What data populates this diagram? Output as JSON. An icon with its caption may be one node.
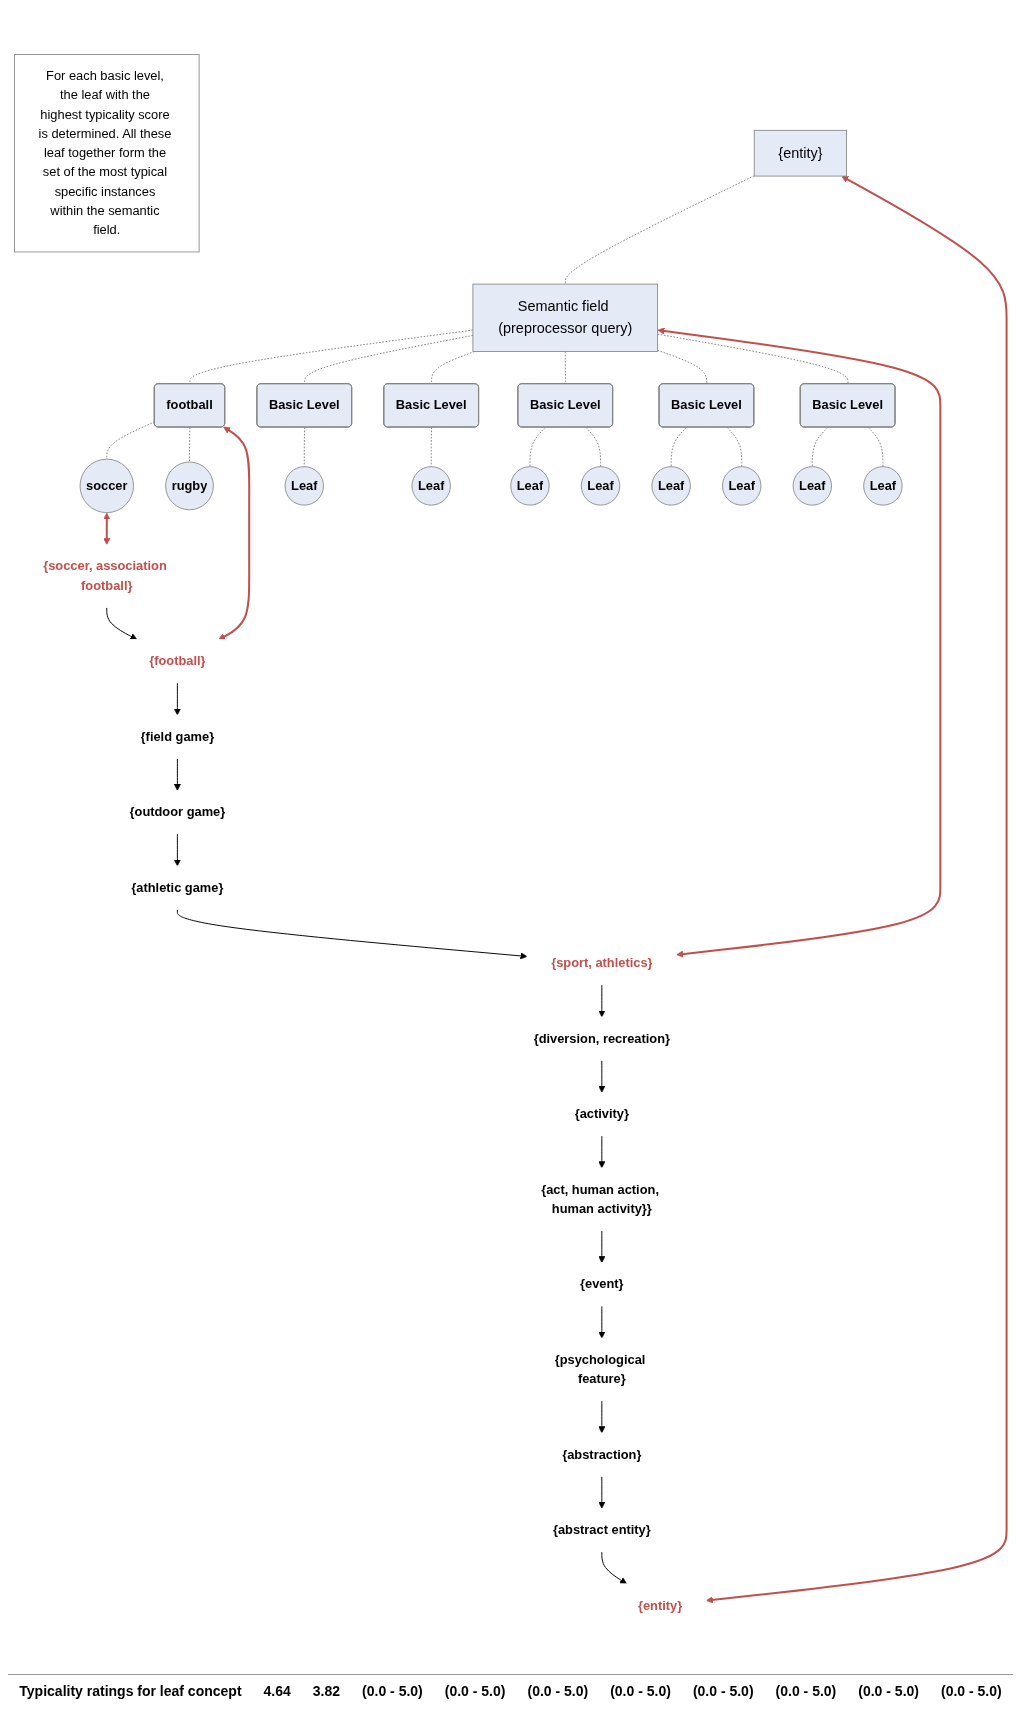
{
  "diagram": {
    "nodes": [
      {
        "text": [
          "{entity}"
        ]
      },
      {
        "text": [
          "Semantic field (preprocessor query)"
        ]
      },
      {
        "text": [
          "football"
        ]
      },
      {
        "text": [
          "Basic Level"
        ]
      },
      {
        "text": [
          "Basic Level"
        ]
      },
      {
        "text": [
          "Basic Level"
        ]
      },
      {
        "text": [
          "Basic Level"
        ]
      },
      {
        "text": [
          "Basic Level"
        ]
      },
      {
        "text": [
          "soccer"
        ]
      },
      {
        "text": [
          "rugby"
        ]
      },
      {
        "text": [
          "Leaf"
        ]
      },
      {
        "text": [
          "Leaf"
        ]
      },
      {
        "text": [
          "Leaf"
        ]
      },
      {
        "text": [
          "Leaf"
        ]
      },
      {
        "text": [
          "Leaf"
        ]
      },
      {
        "text": [
          "Leaf"
        ]
      },
      {
        "text": [
          "Leaf"
        ]
      },
      {
        "text": [
          "Leaf"
        ]
      },
      {
        "text": [
          "{entity}"
        ]
      },
      {
        "text": [
          "{abstract entity}"
        ]
      },
      {
        "text": [
          "{abstraction}"
        ]
      },
      {
        "text": [
          "{psychological feature}"
        ]
      },
      {
        "text": [
          "{event}"
        ]
      },
      {
        "text": [
          "{act, human action, human activity}}"
        ]
      },
      {
        "text": [
          "{activity}"
        ]
      },
      {
        "text": [
          "{diversion, recreation}"
        ]
      },
      {
        "text": [
          "{sport, athletics}"
        ]
      },
      {
        "text": [
          "{athletic game}"
        ]
      },
      {
        "text": [
          "{outdoor game}"
        ]
      },
      {
        "text": [
          "{field game}"
        ]
      },
      {
        "text": [
          "{football}"
        ]
      },
      {
        "text": [
          "{soccer, association football}"
        ]
      },
      {
        "text": [
          "For each basic level, the leaf with the highest typicality score is determined. All these leaf together form the set of the most typical specific instances within the semantic field."
        ]
      }
    ],
    "edges": [
      {
        "from": 0,
        "to": 1,
        "arrow": "none",
        "style": "dashed"
      },
      {
        "from": 1,
        "to": 2,
        "arrow": "none",
        "style": "dashed"
      },
      {
        "from": 1,
        "to": 3,
        "arrow": "none",
        "style": "dashed"
      },
      {
        "from": 1,
        "to": 4,
        "arrow": "none",
        "style": "dashed"
      },
      {
        "from": 1,
        "to": 5,
        "arrow": "none",
        "style": "dashed"
      },
      {
        "from": 1,
        "to": 6,
        "arrow": "none",
        "style": "dashed"
      },
      {
        "from": 1,
        "to": 7,
        "arrow": "none",
        "style": "dashed"
      },
      {
        "from": 2,
        "to": 8,
        "arrow": "none",
        "style": "dashed"
      },
      {
        "from": 2,
        "to": 9,
        "arrow": "none",
        "style": "dashed"
      },
      {
        "from": 3,
        "to": 10,
        "arrow": "none",
        "style": "dashed"
      },
      {
        "from": 4,
        "to": 11,
        "arrow": "none",
        "style": "dashed"
      },
      {
        "from": 5,
        "to": 12,
        "arrow": "none",
        "style": "dashed"
      },
      {
        "from": 5,
        "to": 13,
        "arrow": "none",
        "style": "dashed"
      },
      {
        "from": 6,
        "to": 14,
        "arrow": "none",
        "style": "dashed"
      },
      {
        "from": 6,
        "to": 15,
        "arrow": "none",
        "style": "dashed"
      },
      {
        "from": 7,
        "to": 16,
        "arrow": "none",
        "style": "dashed"
      },
      {
        "from": 7,
        "to": 17,
        "arrow": "none",
        "style": "dashed"
      },
      {
        "from": 19,
        "to": 18,
        "arrow": "to",
        "color": "#000000"
      },
      {
        "from": 20,
        "to": 19,
        "arrow": "to",
        "color": "#000000"
      },
      {
        "from": 21,
        "to": 20,
        "arrow": "to",
        "color": "#000000"
      },
      {
        "from": 22,
        "to": 21,
        "arrow": "to",
        "color": "#000000"
      },
      {
        "from": 23,
        "to": 22,
        "arrow": "to",
        "color": "#000000"
      },
      {
        "from": 24,
        "to": 23,
        "arrow": "to",
        "color": "#000000"
      },
      {
        "from": 25,
        "to": 24,
        "arrow": "to",
        "color": "#000000"
      },
      {
        "from": 26,
        "to": 25,
        "arrow": "to",
        "color": "#000000"
      },
      {
        "from": 27,
        "to": 26,
        "arrow": "to",
        "color": "#000000"
      },
      {
        "from": 28,
        "to": 27,
        "arrow": "to",
        "color": "#000000"
      },
      {
        "from": 29,
        "to": 28,
        "arrow": "to",
        "color": "#000000"
      },
      {
        "from": 30,
        "to": 29,
        "arrow": "to",
        "color": "#000000"
      },
      {
        "from": 31,
        "to": 30,
        "arrow": "to",
        "color": "#000000"
      },
      {
        "from": 0,
        "to": 18,
        "arrow": "both",
        "color": "#c0504d"
      },
      {
        "from": 1,
        "to": 26,
        "arrow": "both",
        "color": "#c0504d"
      },
      {
        "from": 2,
        "to": 30,
        "arrow": "both",
        "color": "#c0504d"
      },
      {
        "from": 8,
        "to": 31,
        "arrow": "both",
        "color": "#c0504d"
      }
    ],
    "labels": [
      "Typicality ratings for leaf concept",
      "4.64",
      "3.82",
      "(0.0 - 5.0)",
      "(0.0 - 5.0)",
      "(0.0 - 5.0)",
      "(0.0 - 5.0)",
      "(0.0 - 5.0)",
      "(0.0 - 5.0)",
      "(0.0 - 5.0)",
      "(0.0 - 5.0)"
    ]
  }
}
